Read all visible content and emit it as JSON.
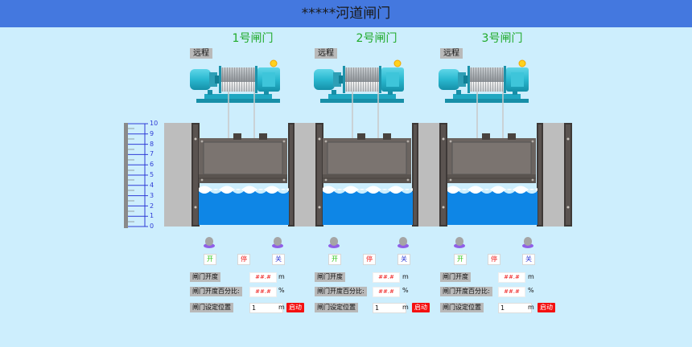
{
  "header": {
    "title": "*****河道闸门"
  },
  "ruler": {
    "labels": [
      "10",
      "9",
      "8",
      "7",
      "6",
      "5",
      "4",
      "3",
      "2",
      "1",
      "0"
    ]
  },
  "gates": [
    {
      "title": "1号闸门",
      "mode": "远程",
      "buttons": {
        "open": "开",
        "stop": "停",
        "close": "关"
      },
      "opening": {
        "label": "闸门开度",
        "value": "##.#",
        "unit": "m"
      },
      "percent": {
        "label": "闸门开度百分比:",
        "value": "##.#",
        "unit": "%"
      },
      "setpoint": {
        "label": "闸门设定位置",
        "value": "1",
        "unit": "m",
        "start": "启动"
      }
    },
    {
      "title": "2号闸门",
      "mode": "远程",
      "buttons": {
        "open": "开",
        "stop": "停",
        "close": "关"
      },
      "opening": {
        "label": "闸门开度",
        "value": "##.#",
        "unit": "m"
      },
      "percent": {
        "label": "闸门开度百分比:",
        "value": "##.#",
        "unit": "%"
      },
      "setpoint": {
        "label": "闸门设定位置",
        "value": "1",
        "unit": "m",
        "start": "启动"
      }
    },
    {
      "title": "3号闸门",
      "mode": "远程",
      "buttons": {
        "open": "开",
        "stop": "停",
        "close": "关"
      },
      "opening": {
        "label": "闸门开度",
        "value": "##.#",
        "unit": "m"
      },
      "percent": {
        "label": "闸门开度百分比:",
        "value": "##.#",
        "unit": "%"
      },
      "setpoint": {
        "label": "闸门设定位置",
        "value": "1",
        "unit": "m",
        "start": "启动"
      }
    }
  ],
  "colors": {
    "header": "#4478df",
    "background": "#cdeefd",
    "title_green": "#1faa2a",
    "water": "#0e86e6",
    "gate_steel": "#6b6460",
    "pillar": "#bdbdbd",
    "open": "#2ec41a",
    "stop": "#ef2020",
    "close": "#2f3cd6",
    "start": "#f41010"
  },
  "icons": [
    "hoist-motor-icon",
    "indicator-lamp-icon",
    "sun-lamp-icon"
  ]
}
